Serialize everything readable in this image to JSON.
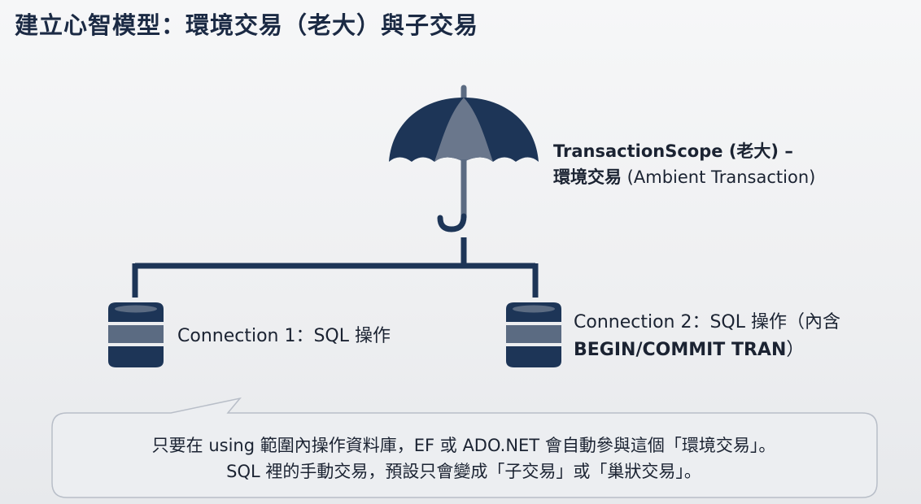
{
  "title": "建立心智模型：環境交易（老大）與子交易",
  "scope": {
    "line1_bold": "TransactionScope (老大) –",
    "line2_bold": "環境交易",
    "line2_rest": " (Ambient Transaction)"
  },
  "connection1": {
    "label": "Connection 1：SQL 操作"
  },
  "connection2": {
    "line1": "Connection 2：SQL 操作（內含",
    "line2_bold": "BEGIN/COMMIT TRAN",
    "line2_rest": "）"
  },
  "callout": {
    "line1": "只要在 using 範圍內操作資料庫，EF 或 ADO.NET 會自動參與這個「環境交易」。",
    "line2": "SQL 裡的手動交易，預設只會變成「子交易」或「巢狀交易」。"
  },
  "colors": {
    "navy": "#1d3557",
    "slate": "#5b6b82",
    "line": "#1d3557"
  },
  "icons": [
    "umbrella-icon",
    "database-icon",
    "database-icon"
  ]
}
